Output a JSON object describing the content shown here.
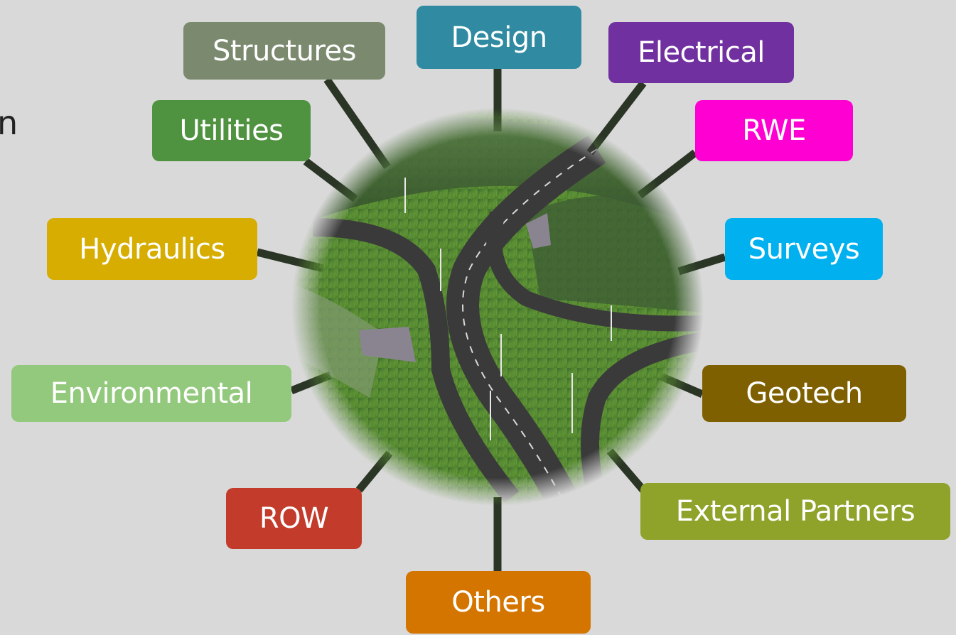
{
  "edge_fragment": "n",
  "nodes": {
    "structures": {
      "label": "Structures",
      "color": "#7b8a6e"
    },
    "design": {
      "label": "Design",
      "color": "#2f8aa2"
    },
    "electrical": {
      "label": "Electrical",
      "color": "#7130a0"
    },
    "utilities": {
      "label": "Utilities",
      "color": "#4f9341"
    },
    "rwe": {
      "label": "RWE",
      "color": "#ff00d2"
    },
    "hydraulics": {
      "label": "Hydraulics",
      "color": "#d6ad00"
    },
    "surveys": {
      "label": "Surveys",
      "color": "#00b0ef"
    },
    "environmental": {
      "label": "Environmental",
      "color": "#93c97d"
    },
    "geotech": {
      "label": "Geotech",
      "color": "#7f6000"
    },
    "row": {
      "label": "ROW",
      "color": "#c23b2b"
    },
    "external": {
      "label": "External Partners",
      "color": "#8fa22a"
    },
    "others": {
      "label": "Others",
      "color": "#d47500"
    }
  },
  "connector_color": "#2b3526"
}
